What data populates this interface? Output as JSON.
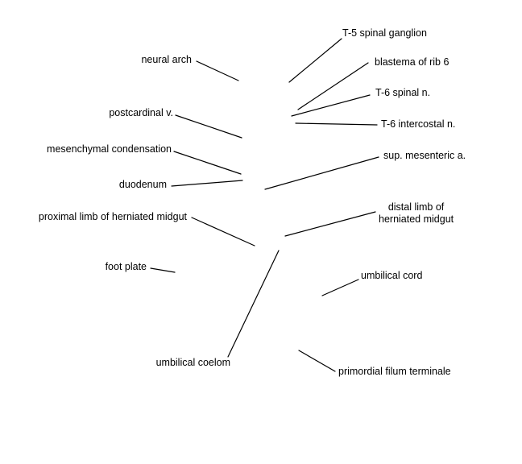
{
  "labels": {
    "t5_spinal_ganglion": "T-5 spinal ganglion",
    "blastema_rib6": "blastema of rib 6",
    "t6_spinal_n": "T-6 spinal n.",
    "t6_intercostal_n": "T-6 intercostal n.",
    "sup_mesenteric_a": "sup. mesenteric a.",
    "distal_limb_line1": "distal limb of",
    "distal_limb_line2": "herniated midgut",
    "umbilical_cord": "umbilical cord",
    "primordial_filum": "primordial filum terminale",
    "neural_arch": "neural arch",
    "postcardinal_v": "postcardinal v.",
    "mesenchymal_condensation": "mesenchymal condensation",
    "duodenum": "duodenum",
    "proximal_limb": "proximal limb of herniated midgut",
    "foot_plate": "foot plate",
    "umbilical_coelom": "umbilical coelom"
  }
}
